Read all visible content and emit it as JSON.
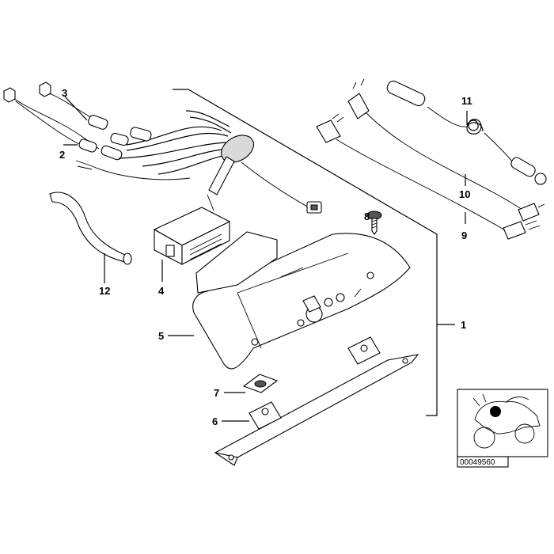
{
  "callouts": {
    "c1": "1",
    "c2": "2",
    "c3": "3",
    "c4": "4",
    "c5": "5",
    "c6": "6",
    "c7": "7",
    "c8": "8",
    "c9": "9",
    "c10": "10",
    "c11": "11",
    "c12": "12"
  },
  "inset": {
    "code": "00049560"
  }
}
